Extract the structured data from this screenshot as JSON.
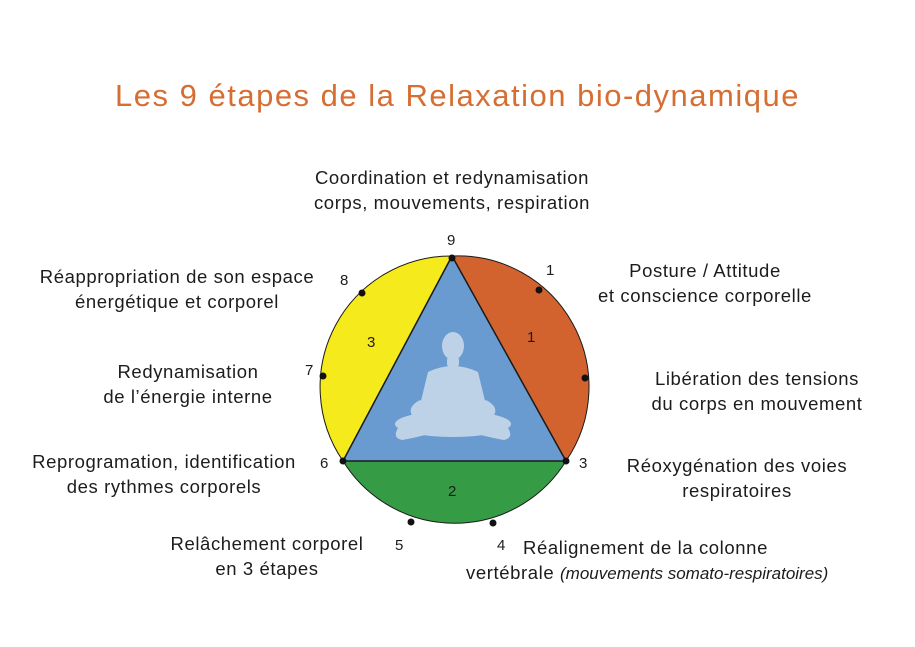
{
  "title": "Les 9 étapes de la Relaxation bio-dynamique",
  "steps": {
    "s9": {
      "number": "9",
      "line1": "Coordination et redynamisation",
      "line2": "corps, mouvements, respiration"
    },
    "s1": {
      "number": "1",
      "line1": "Posture / Attitude",
      "line2": "et conscience corporelle"
    },
    "s2": {
      "line1": "Libération des tensions",
      "line2": "du corps en mouvement"
    },
    "s3": {
      "number": "3",
      "line1": "Réoxygénation des voies",
      "line2": "respiratoires"
    },
    "s4": {
      "number": "4",
      "line1": "Réalignement de la colonne",
      "line2a": "vertébrale ",
      "line2b": "(mouvements somato-respiratoires)"
    },
    "s5": {
      "number": "5",
      "line1": "Relâchement corporel",
      "line2": "en 3 étapes"
    },
    "s6": {
      "number": "6",
      "line1": "Reprogramation, identification",
      "line2": "des rythmes corporels"
    },
    "s7": {
      "number": "7",
      "line1": "Redynamisation",
      "line2": "de l’énergie interne"
    },
    "s8": {
      "number": "8",
      "line1": "Réappropriation de son espace",
      "line2": "énergétique et corporel"
    }
  },
  "segments": {
    "right": "1",
    "bottom": "2",
    "left": "3"
  },
  "colors": {
    "title": "#d66e33",
    "segment_right": "#d2632f",
    "segment_bottom": "#359c45",
    "segment_left": "#f5ea1c",
    "triangle": "#6a9bd0",
    "figure": "#c8d8ea"
  },
  "icons": {
    "center": "meditating-figure-icon"
  }
}
